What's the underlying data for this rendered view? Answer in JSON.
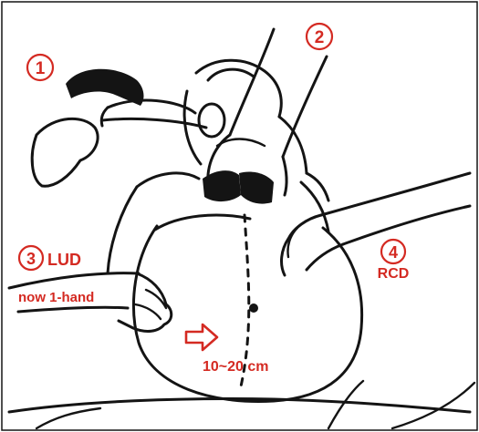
{
  "labels": {
    "step1": "1",
    "step2": "2",
    "step3": "3",
    "step3_text": "LUD",
    "step4": "4",
    "step4_text": "RCD",
    "note": "now 1-hand",
    "distance": "10~20 cm"
  },
  "colors": {
    "label": "#d42a22",
    "ink": "#141414",
    "background": "#ffffff"
  },
  "icons": {
    "arrow": "right-arrow-outline-icon"
  }
}
